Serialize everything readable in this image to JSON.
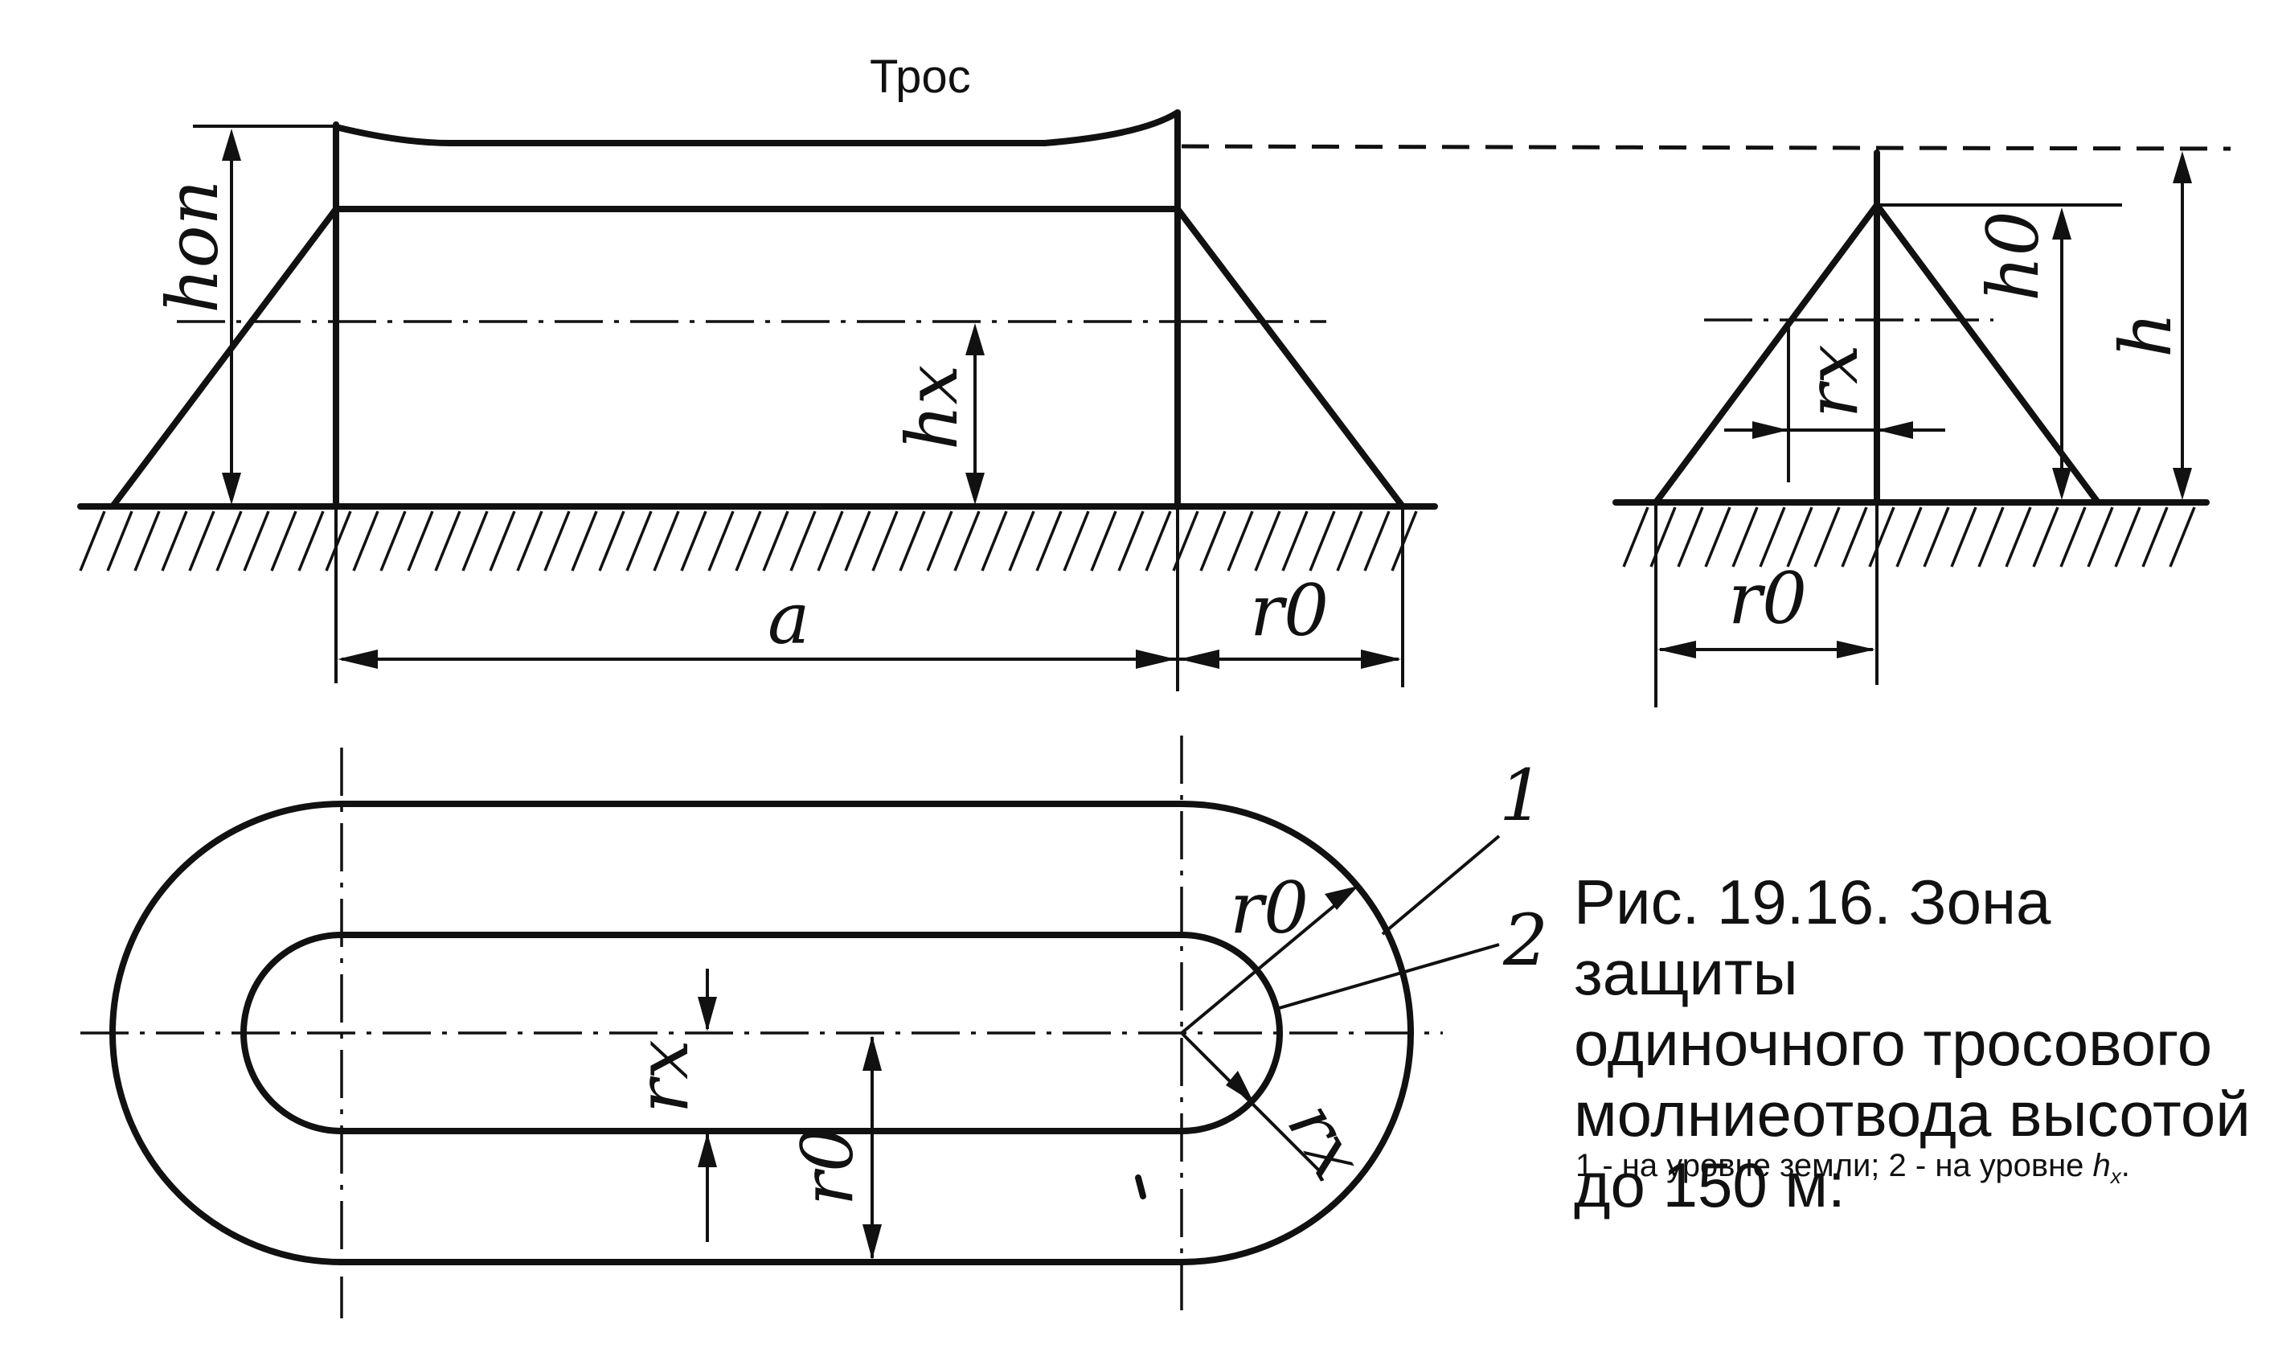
{
  "title": "Трос",
  "caption": {
    "line1": "Рис. 19.16. Зона защиты",
    "line2": "одиночного тросового",
    "line3": "молниеотвода высотой",
    "line4": "до 150 м:",
    "legend_text": "1 - на уровне земли; 2 - на уровне ",
    "legend_var": "h",
    "legend_sub": "x",
    "legend_end": "."
  },
  "labels": {
    "h_op": "hоп",
    "h_x": "hx",
    "a": "a",
    "r0_side": "r0",
    "r0_section": "r0",
    "h0": "h0",
    "h": "h",
    "rx_section": "rx",
    "r0_plan": "r0",
    "r0_plan_vert": "r0",
    "rx_plan_vert": "rx",
    "rx_plan": "rx",
    "callout_1": "1",
    "callout_2": "2"
  },
  "colors": {
    "ink": "#111111",
    "paper": "#ffffff"
  }
}
